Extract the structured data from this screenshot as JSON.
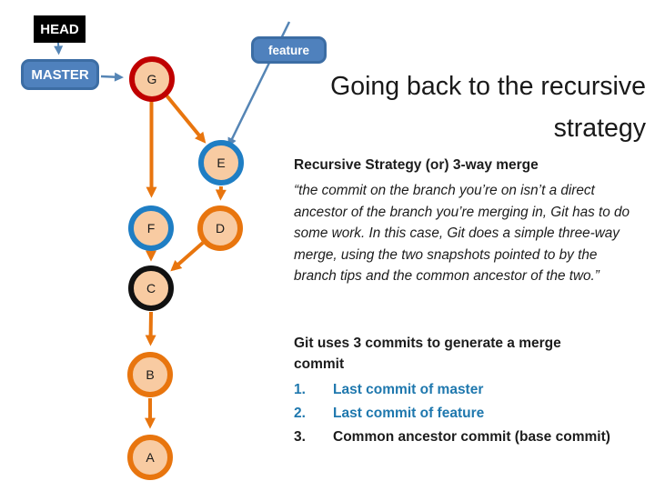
{
  "title": "Going back to the recursive strategy",
  "pointers": {
    "head": "HEAD",
    "master": "MASTER",
    "feature": "feature"
  },
  "diagram": {
    "nodes": [
      {
        "id": "G",
        "label": "G",
        "ring": "red"
      },
      {
        "id": "E",
        "label": "E",
        "ring": "blue"
      },
      {
        "id": "F",
        "label": "F",
        "ring": "blue"
      },
      {
        "id": "D",
        "label": "D",
        "ring": "orange"
      },
      {
        "id": "C",
        "label": "C",
        "ring": "black"
      },
      {
        "id": "B",
        "label": "B",
        "ring": "orange"
      },
      {
        "id": "A",
        "label": "A",
        "ring": "orange"
      }
    ],
    "edges": [
      {
        "from": "G",
        "to": "F"
      },
      {
        "from": "G",
        "to": "E"
      },
      {
        "from": "E",
        "to": "D"
      },
      {
        "from": "F",
        "to": "C"
      },
      {
        "from": "D",
        "to": "C"
      },
      {
        "from": "C",
        "to": "B"
      },
      {
        "from": "B",
        "to": "A"
      }
    ],
    "pointer_arrows": [
      {
        "from": "HEAD",
        "to": "MASTER"
      },
      {
        "from": "MASTER",
        "to": "G"
      },
      {
        "from": "feature",
        "to": "E"
      }
    ]
  },
  "sections": [
    {
      "heading": "Recursive Strategy (or) 3-way merge",
      "quote": "“the commit on the branch you’re on isn’t a direct ancestor of the branch you’re merging in, Git has to do some work. In this case, Git does a simple three-way merge, using the two snapshots pointed to by the branch tips and the common ancestor of the two.”"
    },
    {
      "heading": "Git uses 3 commits to generate a merge commit",
      "items": [
        {
          "num": "1.",
          "text": "Last commit of master",
          "color": "#1F78AE"
        },
        {
          "num": "2.",
          "text": "Last commit of feature",
          "color": "#1F78AE"
        },
        {
          "num": "3.",
          "text": "Common ancestor commit (base commit)",
          "color": "#1C1C1C"
        }
      ]
    }
  ],
  "colors": {
    "node_fill": "#F8CBA2",
    "ring_red": "#C00000",
    "ring_blue": "#1F7EC4",
    "ring_orange": "#E8750E",
    "ring_black": "#111111",
    "edge_orange": "#E8750E",
    "edge_blue": "#5585B5",
    "branch_box_fill": "#4F81BD",
    "branch_box_border": "#3C6DA4",
    "head_box_fill": "#000000",
    "list_blue": "#1F78AE",
    "text_black": "#1C1C1C"
  }
}
